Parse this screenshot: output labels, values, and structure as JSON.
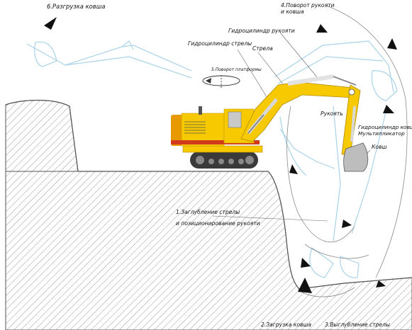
{
  "labels": {
    "step6": "6.Разгрузка ковша",
    "step4_line1": "4.Поворот рукояти",
    "step4_line2": "и ковша",
    "boom_cylinder": "Гидроцилиндр стрелы",
    "arm_cylinder": "Гидроцилиндр рукояти",
    "boom": "Стрела",
    "step5": "5.Поворот платформы",
    "arm": "Рукоять",
    "bucket_cylinder_line1": "Гидроцилиндр ковша.",
    "bucket_cylinder_line2": "Мультипликатор",
    "bucket": "Ковш",
    "step1_line1": "1.Заглубление стрелы",
    "step1_line2": "и позиционирование рукояти",
    "step2": "2.Загрузка ковша",
    "step3": "3.Выглубление стрелы"
  },
  "colors": {
    "machine_yellow": "#f7c900",
    "machine_orange": "#e69a00",
    "stripe_red": "#d13a1a",
    "track_dark": "#3a3a3a",
    "ghost_blue": "#a9d3e8",
    "hatch_gray": "#9a9a9a",
    "arrow_black": "#111111"
  }
}
